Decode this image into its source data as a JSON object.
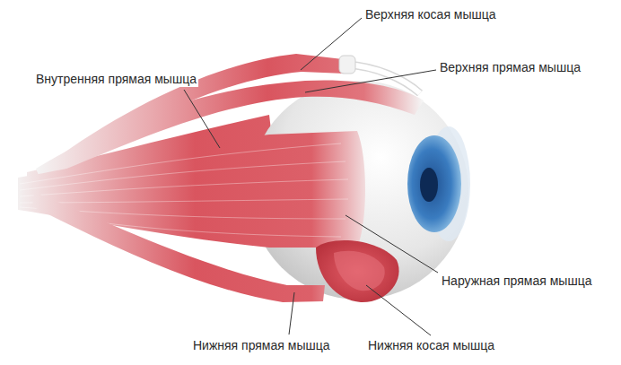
{
  "diagram": {
    "labels": [
      "Верхняя косая мышца",
      "Верхняя прямая мышца",
      "Внутренняя прямая мышца",
      "Наружная прямая мышца",
      "Нижняя прямая мышца",
      "Нижняя косая мышца"
    ]
  }
}
